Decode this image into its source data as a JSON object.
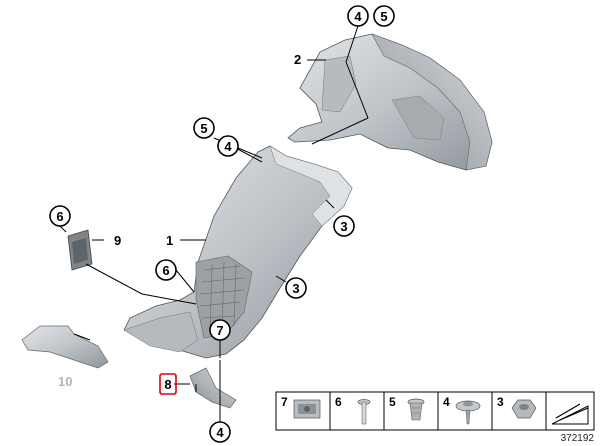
{
  "diagram": {
    "part_labels": {
      "p1": "1",
      "p2": "2",
      "p3a": "3",
      "p3b": "3",
      "p8": "8",
      "p9": "9",
      "p10": "10"
    },
    "callouts": {
      "c4_top": "4",
      "c5_top": "5",
      "c5_mid": "5",
      "c4_mid": "4",
      "c6_left": "6",
      "c6_mid": "6",
      "c7": "7",
      "c4_bottom": "4"
    },
    "legend": {
      "items": [
        "7",
        "6",
        "5",
        "4",
        "3"
      ]
    },
    "image_code": "372192"
  },
  "colors": {
    "outline": "#000000",
    "part_fill": "#c9cdd1",
    "part_shade": "#9ea3a8",
    "highlight_box": "#d9001b",
    "grey_label": "#b5b5b5"
  }
}
